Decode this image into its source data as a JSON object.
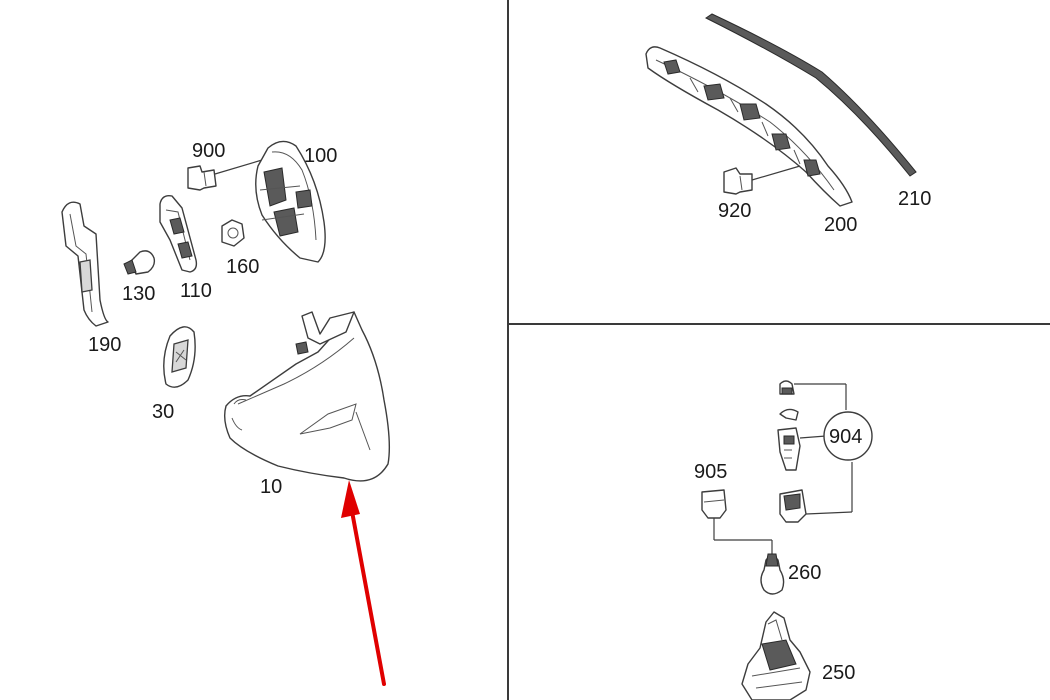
{
  "colors": {
    "line": "#3d3d3d",
    "text": "#1a1a1a",
    "pointer_arrow": "#e00000",
    "background": "#ffffff"
  },
  "panels": {
    "left": {
      "callouts": {
        "p900": "900",
        "p100": "100",
        "p190": "190",
        "p130": "130",
        "p110": "110",
        "p160": "160",
        "p30": "30",
        "p10": "10"
      }
    },
    "top_right": {
      "callouts": {
        "p920": "920",
        "p200": "200",
        "p210": "210"
      }
    },
    "bottom_right": {
      "callouts": {
        "p905": "905",
        "p904": "904",
        "p260": "260",
        "p250": "250"
      }
    }
  },
  "pointer": {
    "color": "#e00000",
    "target_part": "10",
    "icon": "red-arrow"
  }
}
